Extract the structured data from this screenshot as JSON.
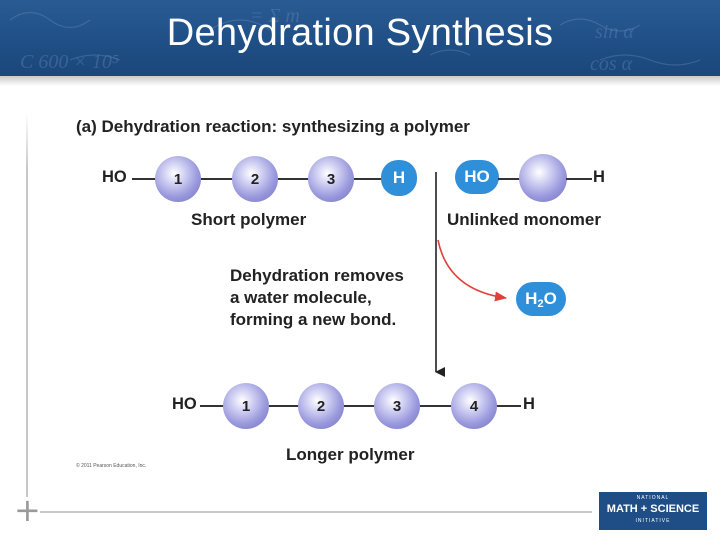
{
  "header": {
    "title": "Dehydration Synthesis"
  },
  "figure": {
    "title": "(a) Dehydration reaction: synthesizing a polymer",
    "short_polymer": {
      "left_group": "HO",
      "beads": [
        "1",
        "2",
        "3"
      ],
      "right_group": "H",
      "label": "Short polymer"
    },
    "monomer": {
      "left_group": "HO",
      "right_group": "H",
      "label": "Unlinked monomer"
    },
    "note": [
      "Dehydration removes",
      "a water molecule,",
      "forming a new bond."
    ],
    "water": {
      "main": "H",
      "subscript": "2",
      "tail": "O"
    },
    "longer_polymer": {
      "left_group": "HO",
      "beads": [
        "1",
        "2",
        "3",
        "4"
      ],
      "right_group": "H",
      "label": "Longer polymer"
    },
    "copyright": "© 2011 Pearson Education, Inc."
  },
  "logo": {
    "line1": "NATIONAL",
    "line2": "MATH + SCIENCE",
    "line3": "INITIATIVE"
  },
  "colors": {
    "banner": "#1f4f86",
    "blue_group": "#2f8fd8",
    "bead": "#9a99dd",
    "red_arrow": "#e0403a"
  }
}
